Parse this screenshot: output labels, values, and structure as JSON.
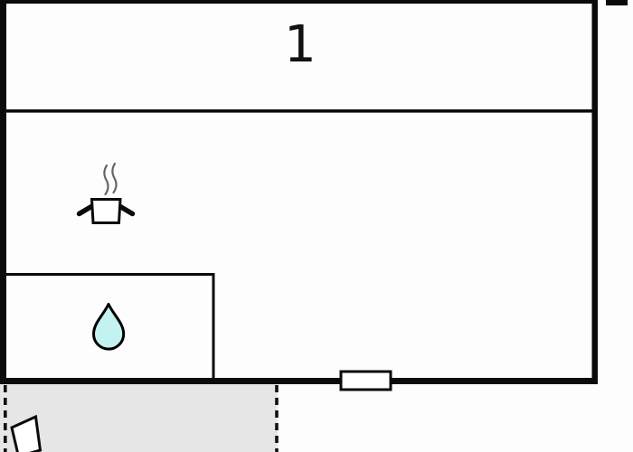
{
  "floorplan": {
    "room1_label": "1",
    "icons": {
      "kitchen": "cooking-pot-icon",
      "steam": "steam-lines-icon",
      "bathroom": "water-drop-icon",
      "window": "window-symbol",
      "terrace_object": "wedge-shape-icon",
      "top_right": "cropped-structure-fragment"
    },
    "colors": {
      "wall": "#0b0b0b",
      "steam": "#666666",
      "drop_fill": "#c3f3f1",
      "drop_outline": "#000000",
      "terrace_fill": "#e6e6e6",
      "background": "#fdfdfd"
    }
  }
}
